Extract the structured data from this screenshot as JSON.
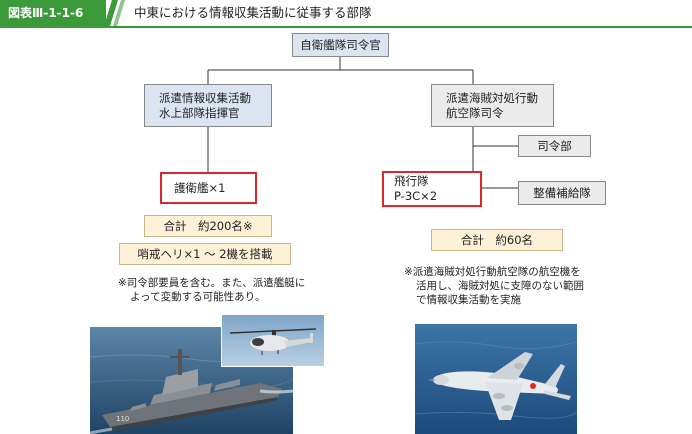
{
  "header": {
    "figure_label": "図表Ⅲ-1-1-6",
    "title": "中東における情報収集活動に従事する部隊"
  },
  "org": {
    "top": "自衛艦隊司令官",
    "left_branch": {
      "line1": "派遣情報収集活動",
      "line2": "水上部隊指揮官"
    },
    "right_branch": {
      "line1": "派遣海賊対処行動",
      "line2": "航空隊司令"
    },
    "hq": "司令部",
    "escort": "護衛艦×1",
    "flight": {
      "line1": "飛行隊",
      "line2": "P-3C×2"
    },
    "maintenance": "整備補給隊"
  },
  "left_info": {
    "total": "合計　約200名※",
    "heli": "哨戒ヘリ×1 ～ 2機を搭載",
    "note_line1": "※司令部要員を含む。また、派遣艦艇に",
    "note_line2": "よって変動する可能性あり。"
  },
  "right_info": {
    "total": "合計　約60名",
    "note_line1": "※派遣海賊対処行動航空隊の航空機を",
    "note_line2": "活用し、海賊対処に支障のない範囲",
    "note_line3": "で情報収集活動を実施"
  },
  "photos": {
    "ship_hull_number": "110"
  },
  "colors": {
    "header_green": "#3a9a3a",
    "box_blue": "#dbe5f1",
    "box_gray": "#ebebeb",
    "highlight_red": "#d9272e",
    "info_tan": "#fdf1d8"
  }
}
